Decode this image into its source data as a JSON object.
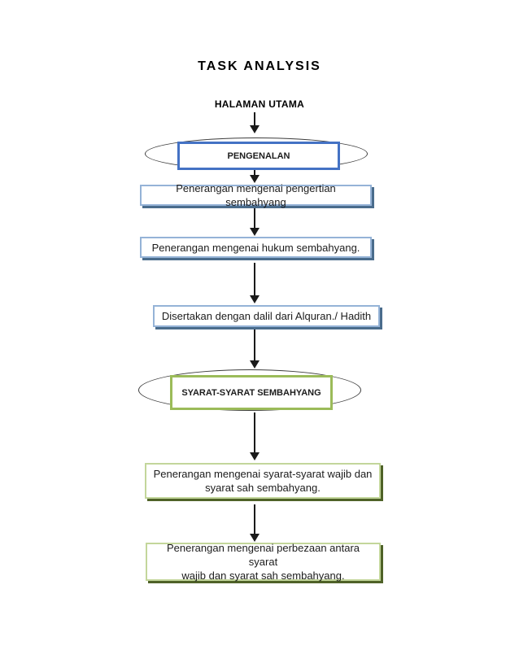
{
  "diagram": {
    "title": "TASK ANALYSIS",
    "start_label": "HALAMAN UTAMA",
    "colors": {
      "blue_accent": "#4472C4",
      "blue_box_border": "#95B3D7",
      "blue_box_shadow": "#4A6C8C",
      "green_accent": "#9BBB59",
      "green_box_border": "#C3D69B",
      "green_box_shadow": "#4F6228",
      "outline": "#3d3d3d",
      "text": "#1c1c1c"
    },
    "sections": [
      {
        "label": "PENGENALAN",
        "steps": [
          {
            "lines": [
              "Penerangan mengenai pengertian sembahyang"
            ]
          },
          {
            "lines": [
              "Penerangan mengenai hukum sembahyang."
            ]
          },
          {
            "lines": [
              "Disertakan dengan dalil dari Alquran./ Hadith"
            ]
          }
        ]
      },
      {
        "label": "SYARAT-SYARAT SEMBAHYANG",
        "steps": [
          {
            "lines": [
              "Penerangan mengenai syarat-syarat wajib dan",
              "syarat sah sembahyang."
            ]
          },
          {
            "lines": [
              "Penerangan mengenai perbezaan antara syarat",
              "wajib dan syarat sah sembahyang."
            ]
          }
        ]
      }
    ]
  }
}
